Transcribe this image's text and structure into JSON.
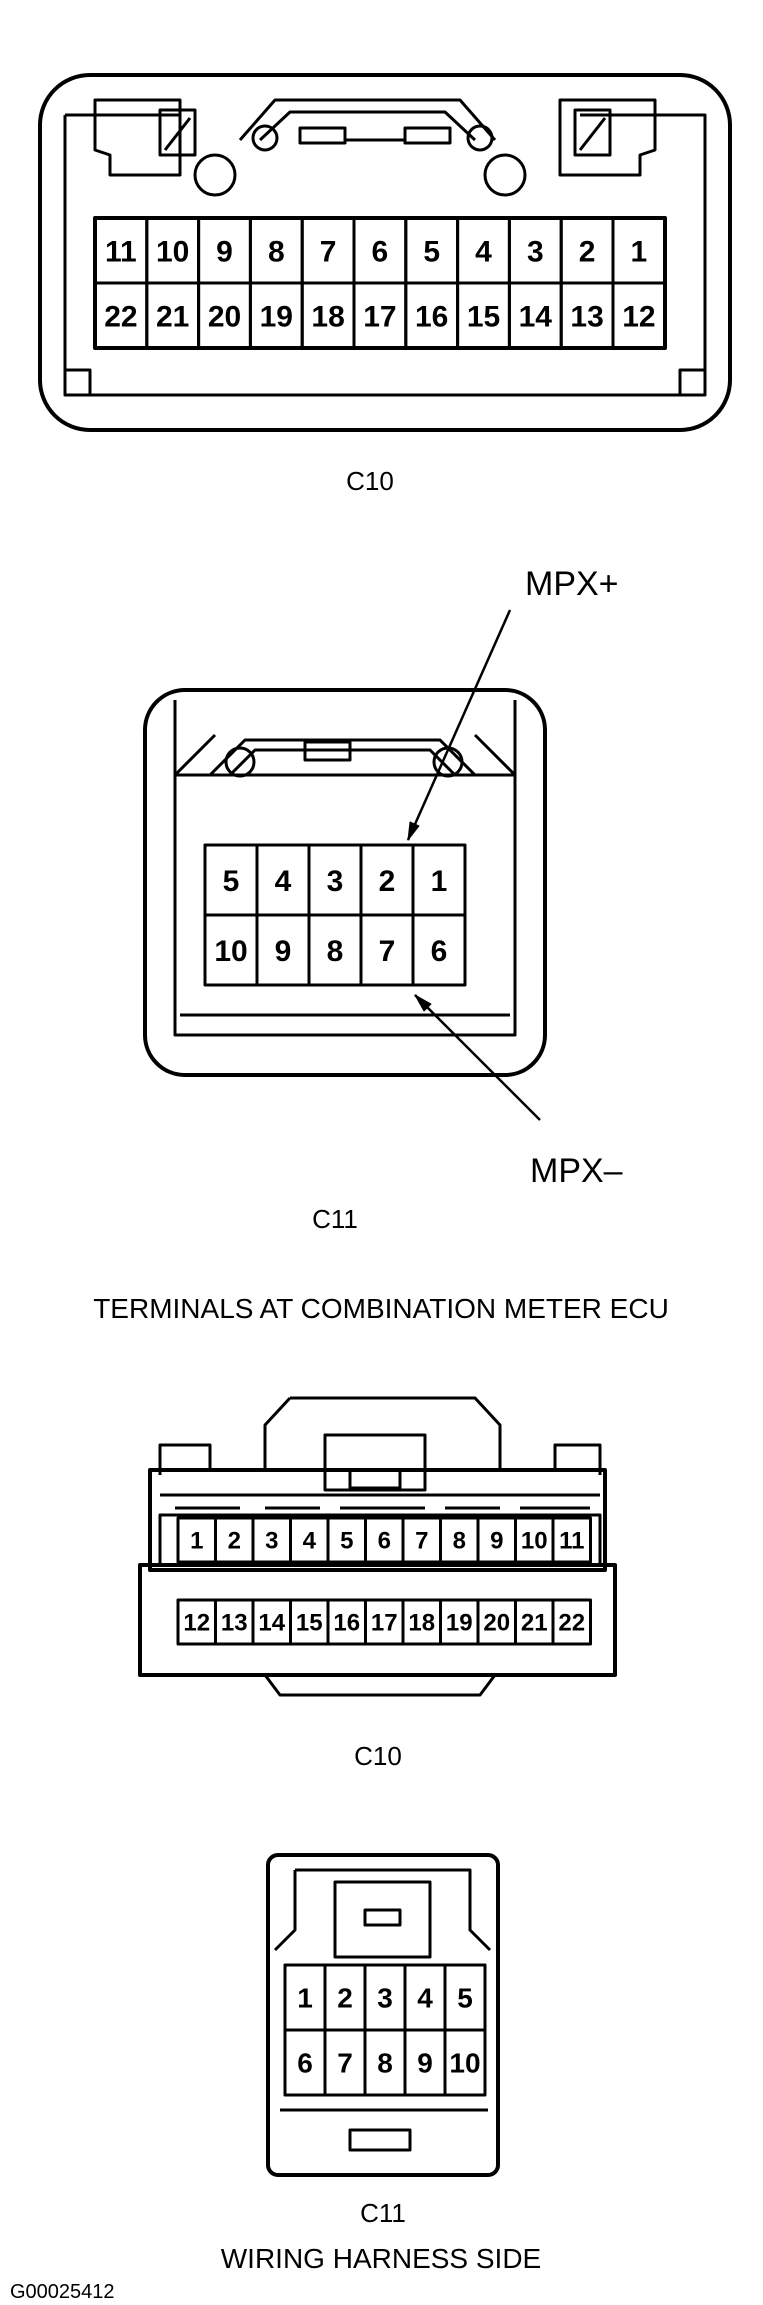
{
  "sections": {
    "meter_side": "TERMINALS AT COMBINATION METER ECU",
    "harness_side": "WIRING HARNESS SIDE"
  },
  "connectors": {
    "meter_c10": {
      "name": "C10",
      "top_row": [
        "11",
        "10",
        "9",
        "8",
        "7",
        "6",
        "5",
        "4",
        "3",
        "2",
        "1"
      ],
      "bottom_row": [
        "22",
        "21",
        "20",
        "19",
        "18",
        "17",
        "16",
        "15",
        "14",
        "13",
        "12"
      ]
    },
    "meter_c11": {
      "name": "C11",
      "top_row": [
        "5",
        "4",
        "3",
        "2",
        "1"
      ],
      "bottom_row": [
        "10",
        "9",
        "8",
        "7",
        "6"
      ],
      "callouts": {
        "mpx_plus": "MPX+",
        "mpx_minus": "MPX–"
      }
    },
    "harness_c10": {
      "name": "C10",
      "top_row": [
        "1",
        "2",
        "3",
        "4",
        "5",
        "6",
        "7",
        "8",
        "9",
        "10",
        "11"
      ],
      "bottom_row": [
        "12",
        "13",
        "14",
        "15",
        "16",
        "17",
        "18",
        "19",
        "20",
        "21",
        "22"
      ]
    },
    "harness_c11": {
      "name": "C11",
      "top_row": [
        "1",
        "2",
        "3",
        "4",
        "5"
      ],
      "bottom_row": [
        "6",
        "7",
        "8",
        "9",
        "10"
      ]
    }
  },
  "figure_id": "G00025412"
}
